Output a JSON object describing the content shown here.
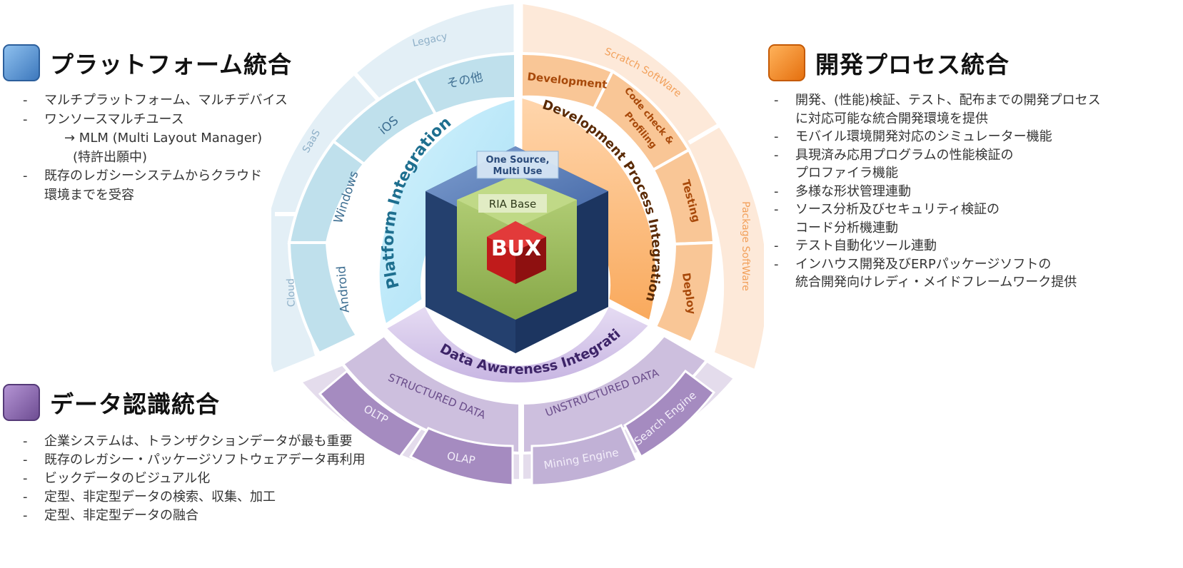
{
  "colors": {
    "platform": "#4e89c8",
    "process": "#f07d1a",
    "data": "#7a5a9c"
  },
  "panels": {
    "platform": {
      "title": "プラットフォーム統合",
      "bullets": [
        "マルチプラットフォーム、マルチデバイス",
        "ワンソースマルチユース",
        "→ MLM (Multi Layout Manager)",
        "(特許出願中)",
        "既存のレガシーシステムからクラウド",
        "環境までを受容"
      ]
    },
    "process": {
      "title": "開発プロセス統合",
      "bullets": [
        "開発、(性能)検証、テスト、配布までの開発プロセス",
        "に対応可能な統合開発環境を提供",
        "モバイル環境開発対応のシミュレーター機能",
        "具現済み応用プログラムの性能検証の",
        "プロファイラ機能",
        "多様な形状管理連動",
        "ソース分析及びセキュリティ検証の",
        "コード分析機連動",
        "テスト自動化ツール連動",
        "インハウス開発及びERPパッケージソフトの",
        "統合開発向けレディ・メイドフレームワーク提供"
      ]
    },
    "data": {
      "title": "データ認識統合",
      "bullets": [
        "企業システムは、トランザクションデータが最も重要",
        "既存のレガシー・パッケージソフトウェアデータ再利用",
        "ビックデータのビジュアル化",
        "定型、非定型データの検索、収集、加工",
        "定型、非定型データの融合"
      ]
    }
  },
  "wheel": {
    "inner": {
      "platform": "Platform Integration",
      "process": "Development Process Integration",
      "data": "Data Awareness Integration"
    },
    "platform_mid": [
      "その他",
      "iOS",
      "Windows",
      "Android"
    ],
    "platform_outer": [
      "Legacy",
      "SaaS",
      "Cloud"
    ],
    "process_mid": [
      "Development",
      "Code check &",
      "Profiling",
      "Testing",
      "Deploy"
    ],
    "process_outer": [
      "Scratch SoftWare",
      "Package SoftWare"
    ],
    "data_mid": [
      "STRUCTURED DATA",
      "UNSTRUCTURED DATA"
    ],
    "data_outer": [
      "OLTP",
      "OLAP",
      "Mining Engine",
      "Search Engine"
    ],
    "cube": {
      "top_line1": "One Source,",
      "top_line2": "Multi Use",
      "middle": "RIA Base",
      "core": "BUX"
    }
  }
}
